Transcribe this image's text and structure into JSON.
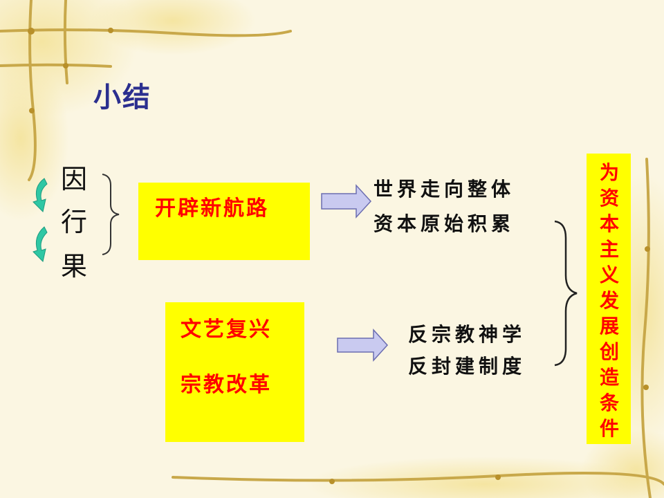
{
  "slide": {
    "title": "小结",
    "vertical_labels": [
      "因",
      "行",
      "果"
    ]
  },
  "boxes": {
    "discovery": "开辟新航路",
    "culture": [
      "文艺复兴",
      "宗教改革"
    ],
    "conclusion": [
      "为",
      "资",
      "本",
      "主",
      "义",
      "发",
      "展",
      "创",
      "造",
      "条",
      "件"
    ]
  },
  "results": {
    "discovery": [
      "世界走向整体",
      "资本原始积累"
    ],
    "culture": [
      "反宗教神学",
      "反封建制度"
    ]
  },
  "colors": {
    "box_fill": "#ffff00",
    "box_text": "#ff0000",
    "title": "#2b2f8f",
    "arrow_fill": "#c9caf0",
    "cycle_arrow": "#2fc7a4"
  },
  "icons": [
    "cycle-arrow-icon",
    "right-arrow-icon",
    "curly-brace-icon"
  ]
}
